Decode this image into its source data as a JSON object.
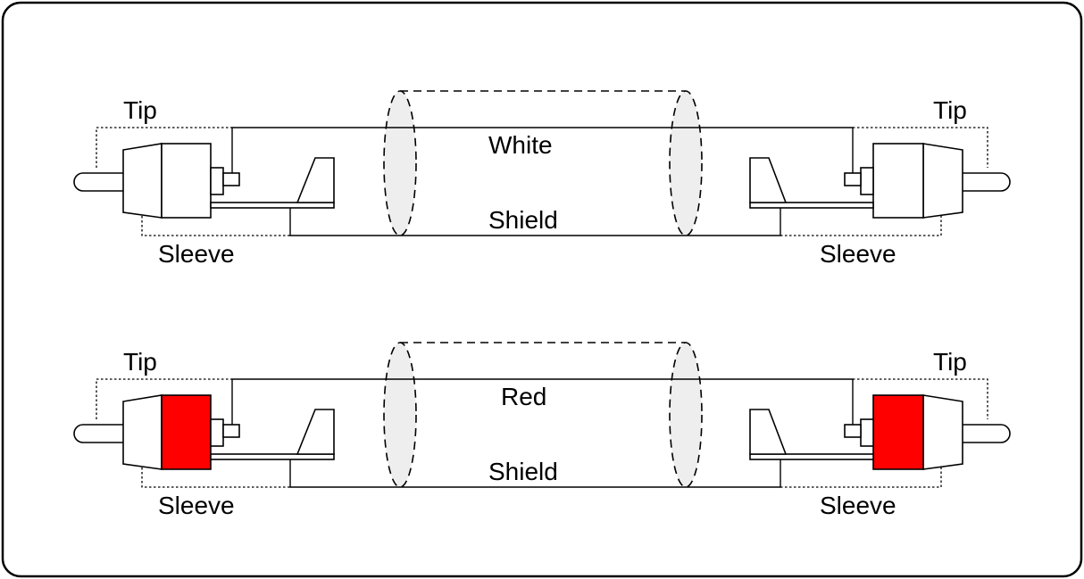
{
  "colors": {
    "frame": "#000000",
    "background": "#ffffff",
    "cable_fill": "#eeeeee",
    "band_white": "#ffffff",
    "band_red": "#ff0000"
  },
  "cables": [
    {
      "tip_left": "Tip",
      "tip_right": "Tip",
      "conductor": "White",
      "shield": "Shield",
      "sleeve_left": "Sleeve",
      "sleeve_right": "Sleeve",
      "band_color": "#ffffff"
    },
    {
      "tip_left": "Tip",
      "tip_right": "Tip",
      "conductor": "Red",
      "shield": "Shield",
      "sleeve_left": "Sleeve",
      "sleeve_right": "Sleeve",
      "band_color": "#ff0000"
    }
  ]
}
